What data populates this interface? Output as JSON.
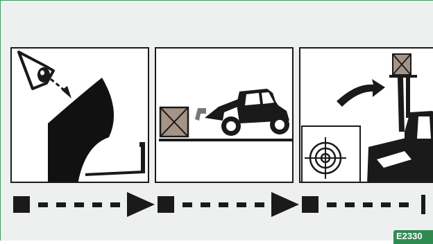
{
  "diagram": {
    "panels": [
      {
        "id": "look",
        "icons": [
          "eye-icon",
          "blind-spot-sector-icon",
          "fork-icon"
        ]
      },
      {
        "id": "pickup",
        "icons": [
          "load-crate-icon",
          "telehandler-icon"
        ]
      },
      {
        "id": "raise",
        "icons": [
          "curved-arrow-icon",
          "target-icon",
          "lifted-crate-icon",
          "telehandler-mast-icon"
        ]
      }
    ],
    "code": "E2330"
  },
  "colors": {
    "frame_bg": "#eef0ef",
    "border_green": "#3c9a63",
    "badge_green": "#2f8a52",
    "crate_fill": "#a59486",
    "ink": "#1a1a1a"
  }
}
